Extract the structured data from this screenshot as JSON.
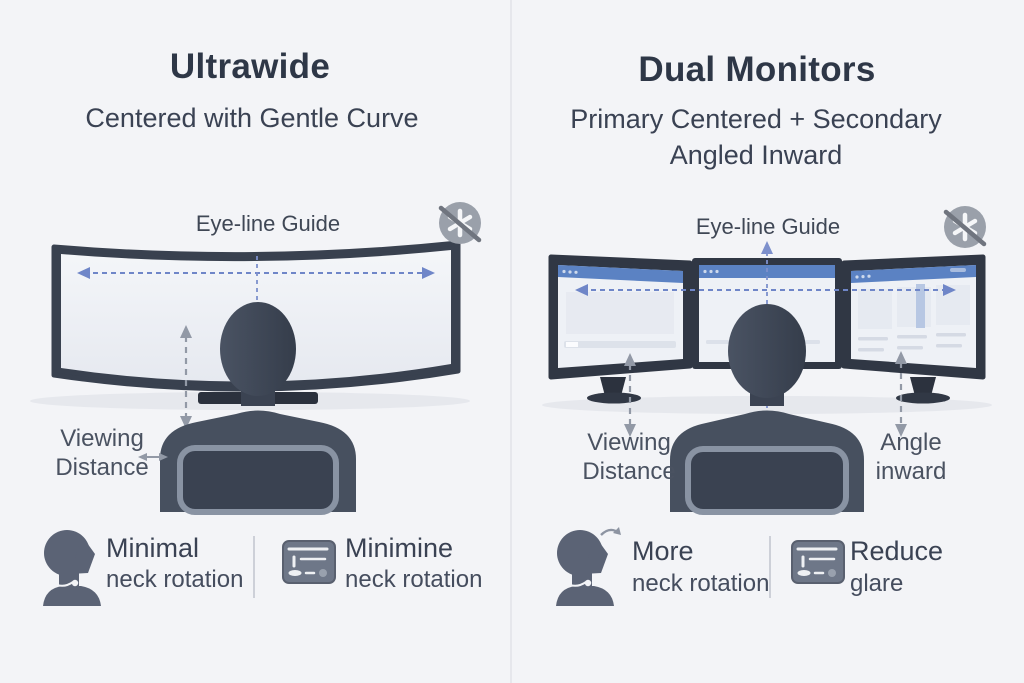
{
  "colors": {
    "background": "#f3f4f7",
    "title_text": "#2e3747",
    "accent_blue": "#6f86c8",
    "monitor_bezel": "#303744",
    "screen_fill": "#eef1f6",
    "titlebar_blue": "#5b82c3",
    "silhouette": "#47505f",
    "gray_arrow": "#9299a6"
  },
  "left_panel": {
    "title": "Ultrawide",
    "subtitle": "Centered with Gentle Curve",
    "eyeline_label": "Eye-line Guide",
    "viewing_line1": "Viewing",
    "viewing_line2": "Distance",
    "benefits": [
      {
        "icon": "head-profile-icon",
        "line1": "Minimal",
        "line2": "neck rotation"
      },
      {
        "icon": "screen-card-icon",
        "line1": "Minimine",
        "line2": "neck rotation"
      }
    ]
  },
  "right_panel": {
    "title": "Dual Monitors",
    "subtitle_line1": "Primary Centered + Secondary",
    "subtitle_line2": "Angled Inward",
    "eyeline_label": "Eye-line Guide",
    "viewing_line1": "Viewing",
    "viewing_line2": "Distance",
    "angle_line1": "Angle",
    "angle_line2": "inward",
    "benefits": [
      {
        "icon": "head-rotate-icon",
        "line1": "More",
        "line2": "neck rotation"
      },
      {
        "icon": "screen-card-icon",
        "line1": "Reduce",
        "line2": "glare"
      }
    ]
  }
}
